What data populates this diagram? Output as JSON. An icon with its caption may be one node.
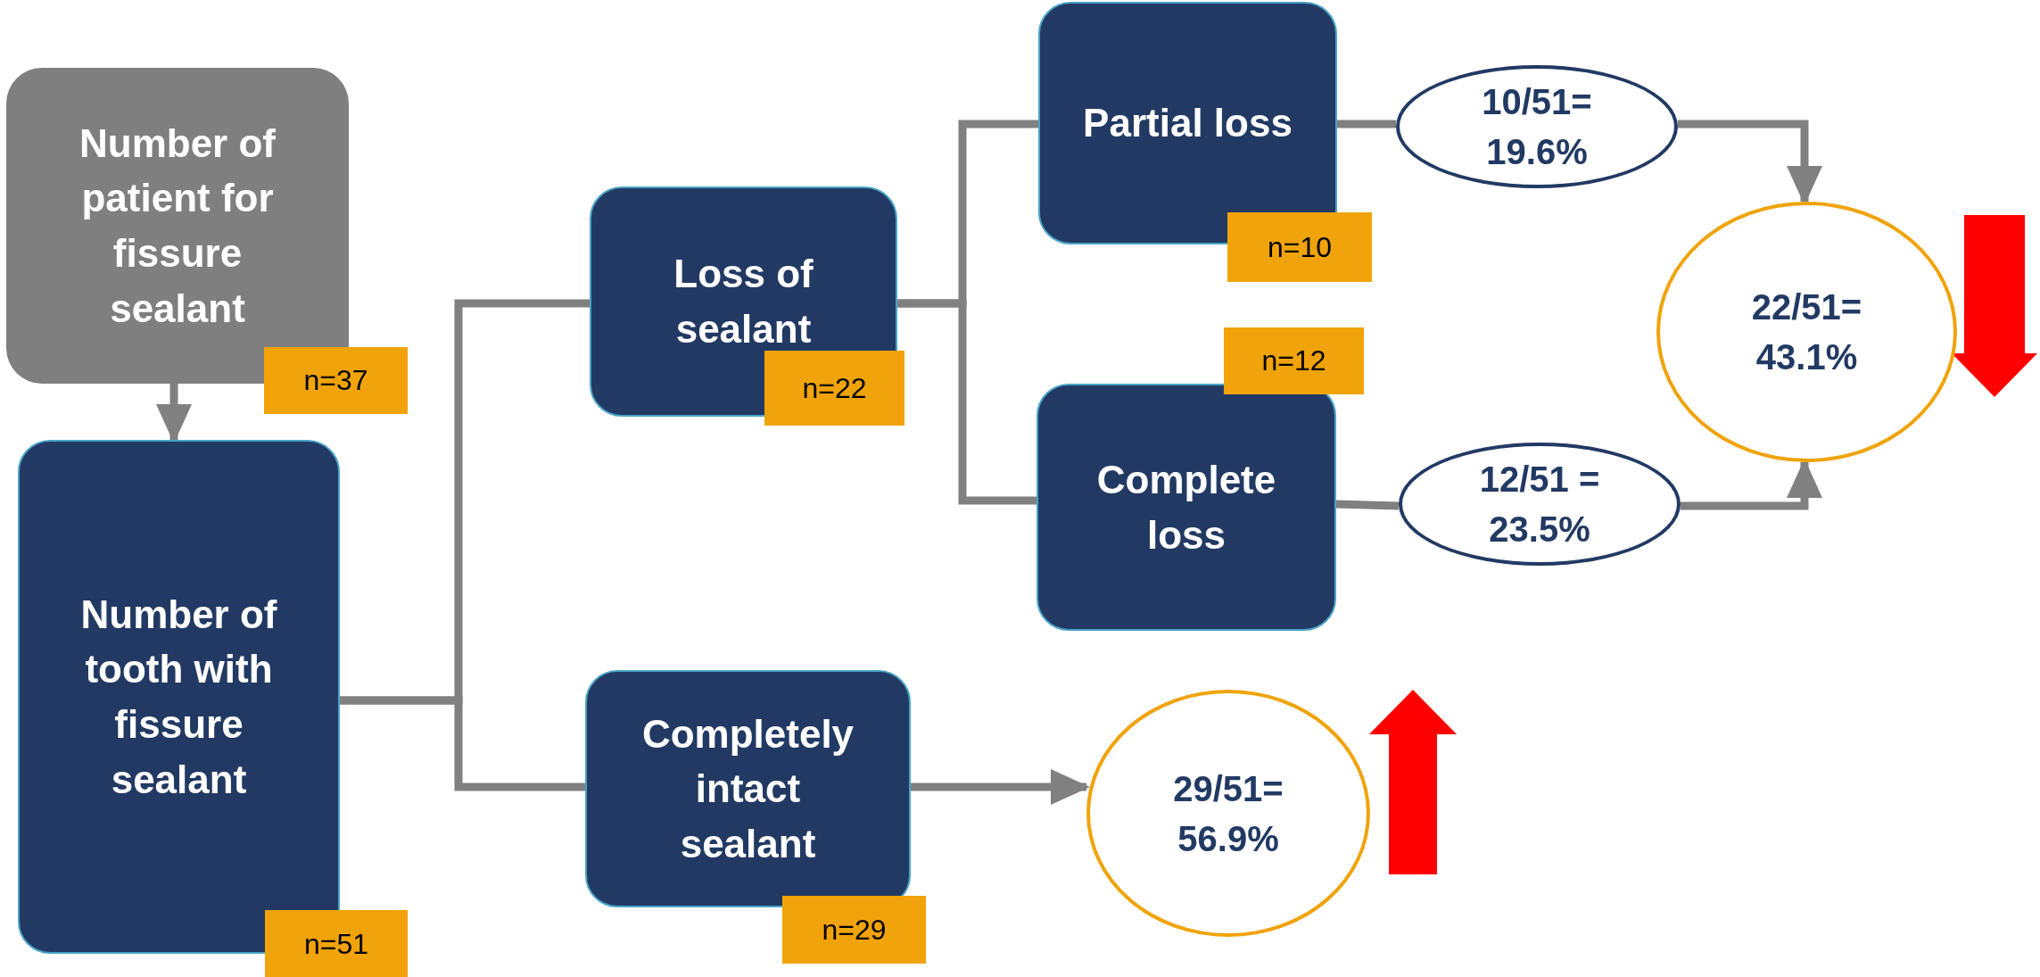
{
  "diagram": {
    "nodes": [
      {
        "text": [
          "Number of patient for fissure sealant",
          "n=37"
        ]
      },
      {
        "text": [
          "Number of tooth with fissure sealant",
          "n=51"
        ]
      },
      {
        "text": [
          "Loss of sealant",
          "n=22"
        ]
      },
      {
        "text": [
          "Partial loss",
          "n=10"
        ]
      },
      {
        "text": [
          "n=12",
          "Complete loss"
        ]
      },
      {
        "text": [
          "Completely intact sealant",
          "n=29"
        ]
      },
      {
        "text": [
          "10/51= 19.6%"
        ]
      },
      {
        "text": [
          "12/51 = 23.5%"
        ]
      },
      {
        "text": [
          "22/51= 43.1%"
        ]
      },
      {
        "text": [
          "29/51= 56.9%"
        ]
      }
    ],
    "edges": [
      {
        "from": 0,
        "to": 1,
        "arrow": "to"
      },
      {
        "from": 1,
        "to": 2,
        "arrow": "none"
      },
      {
        "from": 1,
        "to": 5,
        "arrow": "none"
      },
      {
        "from": 2,
        "to": 3,
        "arrow": "none"
      },
      {
        "from": 2,
        "to": 4,
        "arrow": "none"
      },
      {
        "from": 3,
        "to": 6,
        "arrow": "none"
      },
      {
        "from": 4,
        "to": 7,
        "arrow": "none"
      },
      {
        "from": 6,
        "to": 8,
        "arrow": "to"
      },
      {
        "from": 7,
        "to": 8,
        "arrow": "to"
      },
      {
        "from": 5,
        "to": 9,
        "arrow": "to"
      }
    ]
  }
}
